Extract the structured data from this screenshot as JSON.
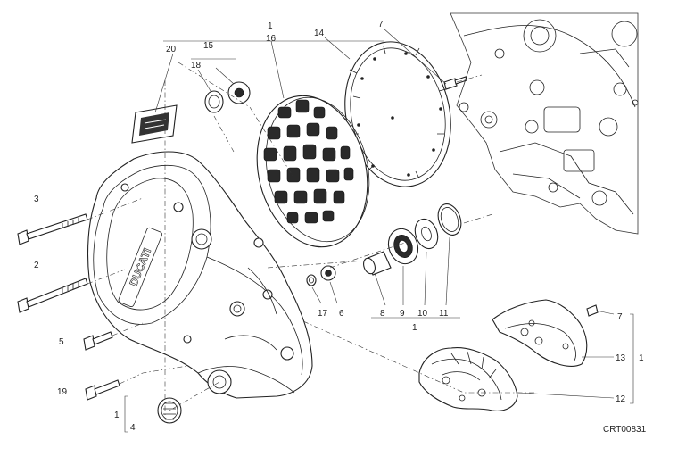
{
  "diagram_code": "CRT00831",
  "callouts": {
    "c1_top": "1",
    "c16": "16",
    "c14": "14",
    "c7_top": "7",
    "c20": "20",
    "c15": "15",
    "c18": "18",
    "c3": "3",
    "c2": "2",
    "c5": "5",
    "c19": "19",
    "c1_left": "1",
    "c4": "4",
    "c17": "17",
    "c6": "6",
    "c8": "8",
    "c9": "9",
    "c10": "10",
    "c11": "11",
    "c1_bottom": "1",
    "c7_right": "7",
    "c13": "13",
    "c1_right": "1",
    "c12": "12"
  },
  "logo_text": "DUCATI"
}
